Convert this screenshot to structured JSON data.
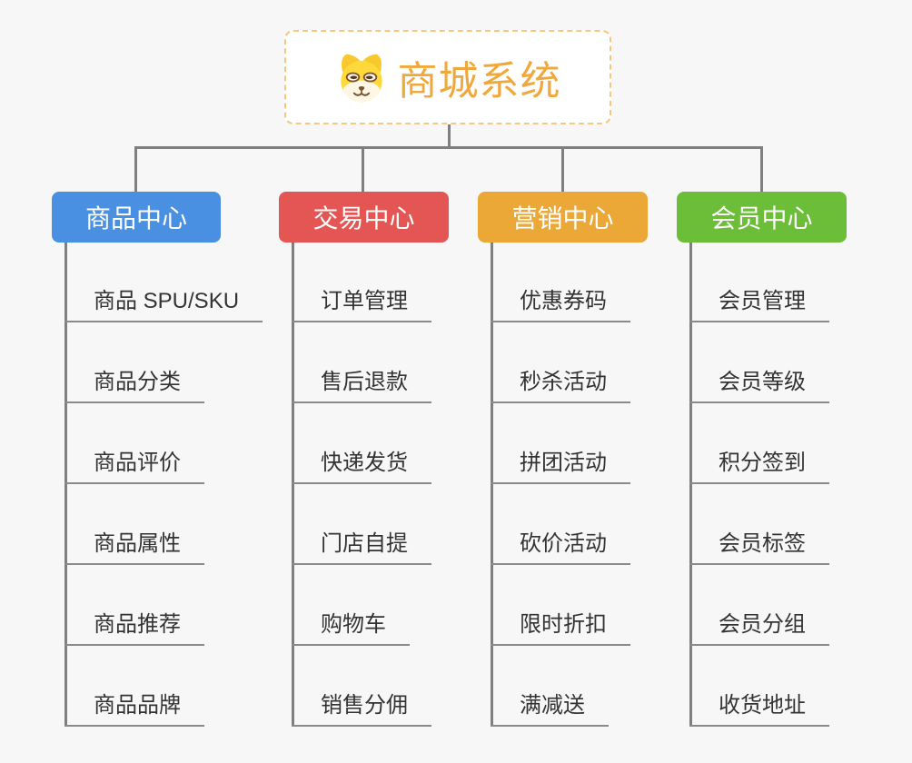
{
  "canvas": {
    "background": "#f7f7f7",
    "connector_color": "#7f7f7f",
    "underline_color": "#8a8a8a",
    "leaf_text_color": "#333333"
  },
  "root": {
    "title": "商城系统",
    "icon": "dog-face-icon",
    "text_color": "#f0a83c",
    "border_color": "#f6c77f"
  },
  "branches": [
    {
      "label": "商品中心",
      "color": "#4a90e2",
      "children": [
        "商品 SPU/SKU",
        "商品分类",
        "商品评价",
        "商品属性",
        "商品推荐",
        "商品品牌"
      ]
    },
    {
      "label": "交易中心",
      "color": "#e35653",
      "children": [
        "订单管理",
        "售后退款",
        "快递发货",
        "门店自提",
        "购物车",
        "销售分佣"
      ]
    },
    {
      "label": "营销中心",
      "color": "#eba837",
      "children": [
        "优惠券码",
        "秒杀活动",
        "拼团活动",
        "砍价活动",
        "限时折扣",
        "满减送"
      ]
    },
    {
      "label": "会员中心",
      "color": "#6cbe39",
      "children": [
        "会员管理",
        "会员等级",
        "积分签到",
        "会员标签",
        "会员分组",
        "收货地址"
      ]
    }
  ]
}
